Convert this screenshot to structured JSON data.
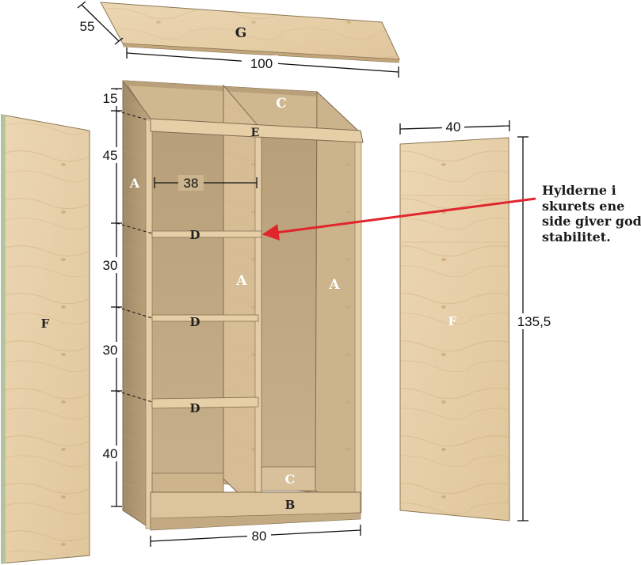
{
  "part_labels": {
    "roof": "G",
    "top_back": "C",
    "top_front": "E",
    "side_left": "A",
    "divider": "A",
    "side_right": "A",
    "shelf_1": "D",
    "shelf_2": "D",
    "shelf_3": "D",
    "bottom_back": "C",
    "bottom": "B",
    "door_left": "F",
    "door_right": "F"
  },
  "dimensions": {
    "roof_depth": "55",
    "roof_width": "100",
    "top_gap": "15",
    "upper_section": "45",
    "shelf_width": "38",
    "shelf_gap_1": "30",
    "shelf_gap_2": "30",
    "bottom_section": "40",
    "cabinet_width": "80",
    "door_width": "40",
    "door_height": "135,5"
  },
  "note": {
    "lines": [
      "Hylderne i",
      "skurets ene",
      "side giver god",
      "stabilitet."
    ]
  },
  "colors": {
    "plywood_light": "#e8d2ac",
    "plywood_mid": "#d9be93",
    "plywood_dark": "#a88e68",
    "edge": "#7f6c50",
    "arrow": "#e0262c",
    "dimension_line": "#111111"
  }
}
